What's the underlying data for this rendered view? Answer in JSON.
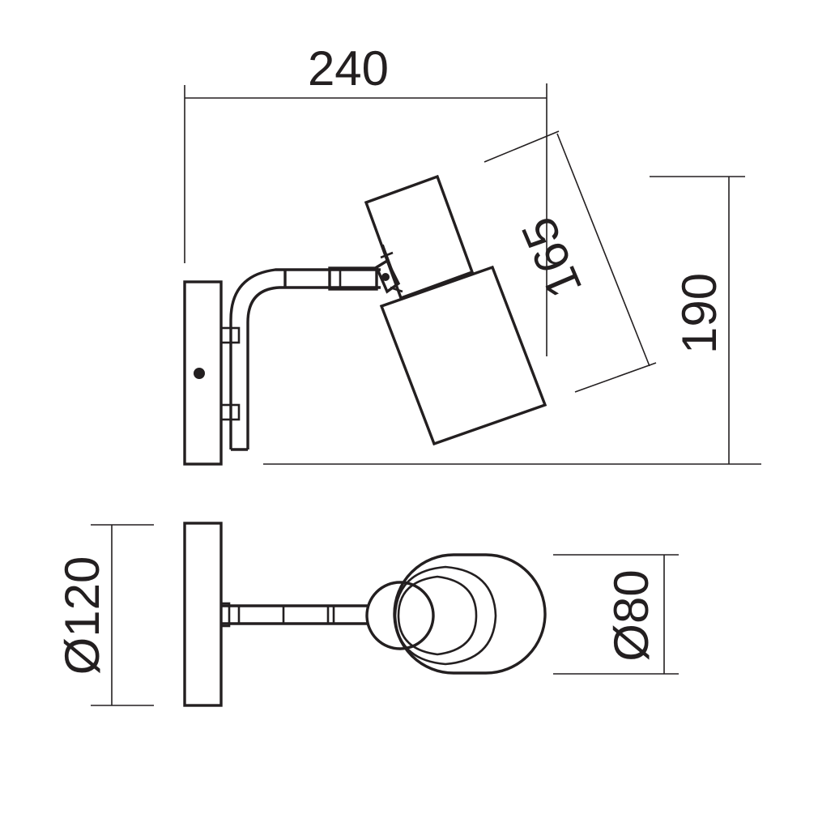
{
  "dimensions": {
    "width": "240",
    "shade_length": "165",
    "height": "190",
    "base_diameter": "Ø120",
    "shade_diameter": "Ø80"
  },
  "colors": {
    "line": "#231f20",
    "background": "#ffffff"
  }
}
